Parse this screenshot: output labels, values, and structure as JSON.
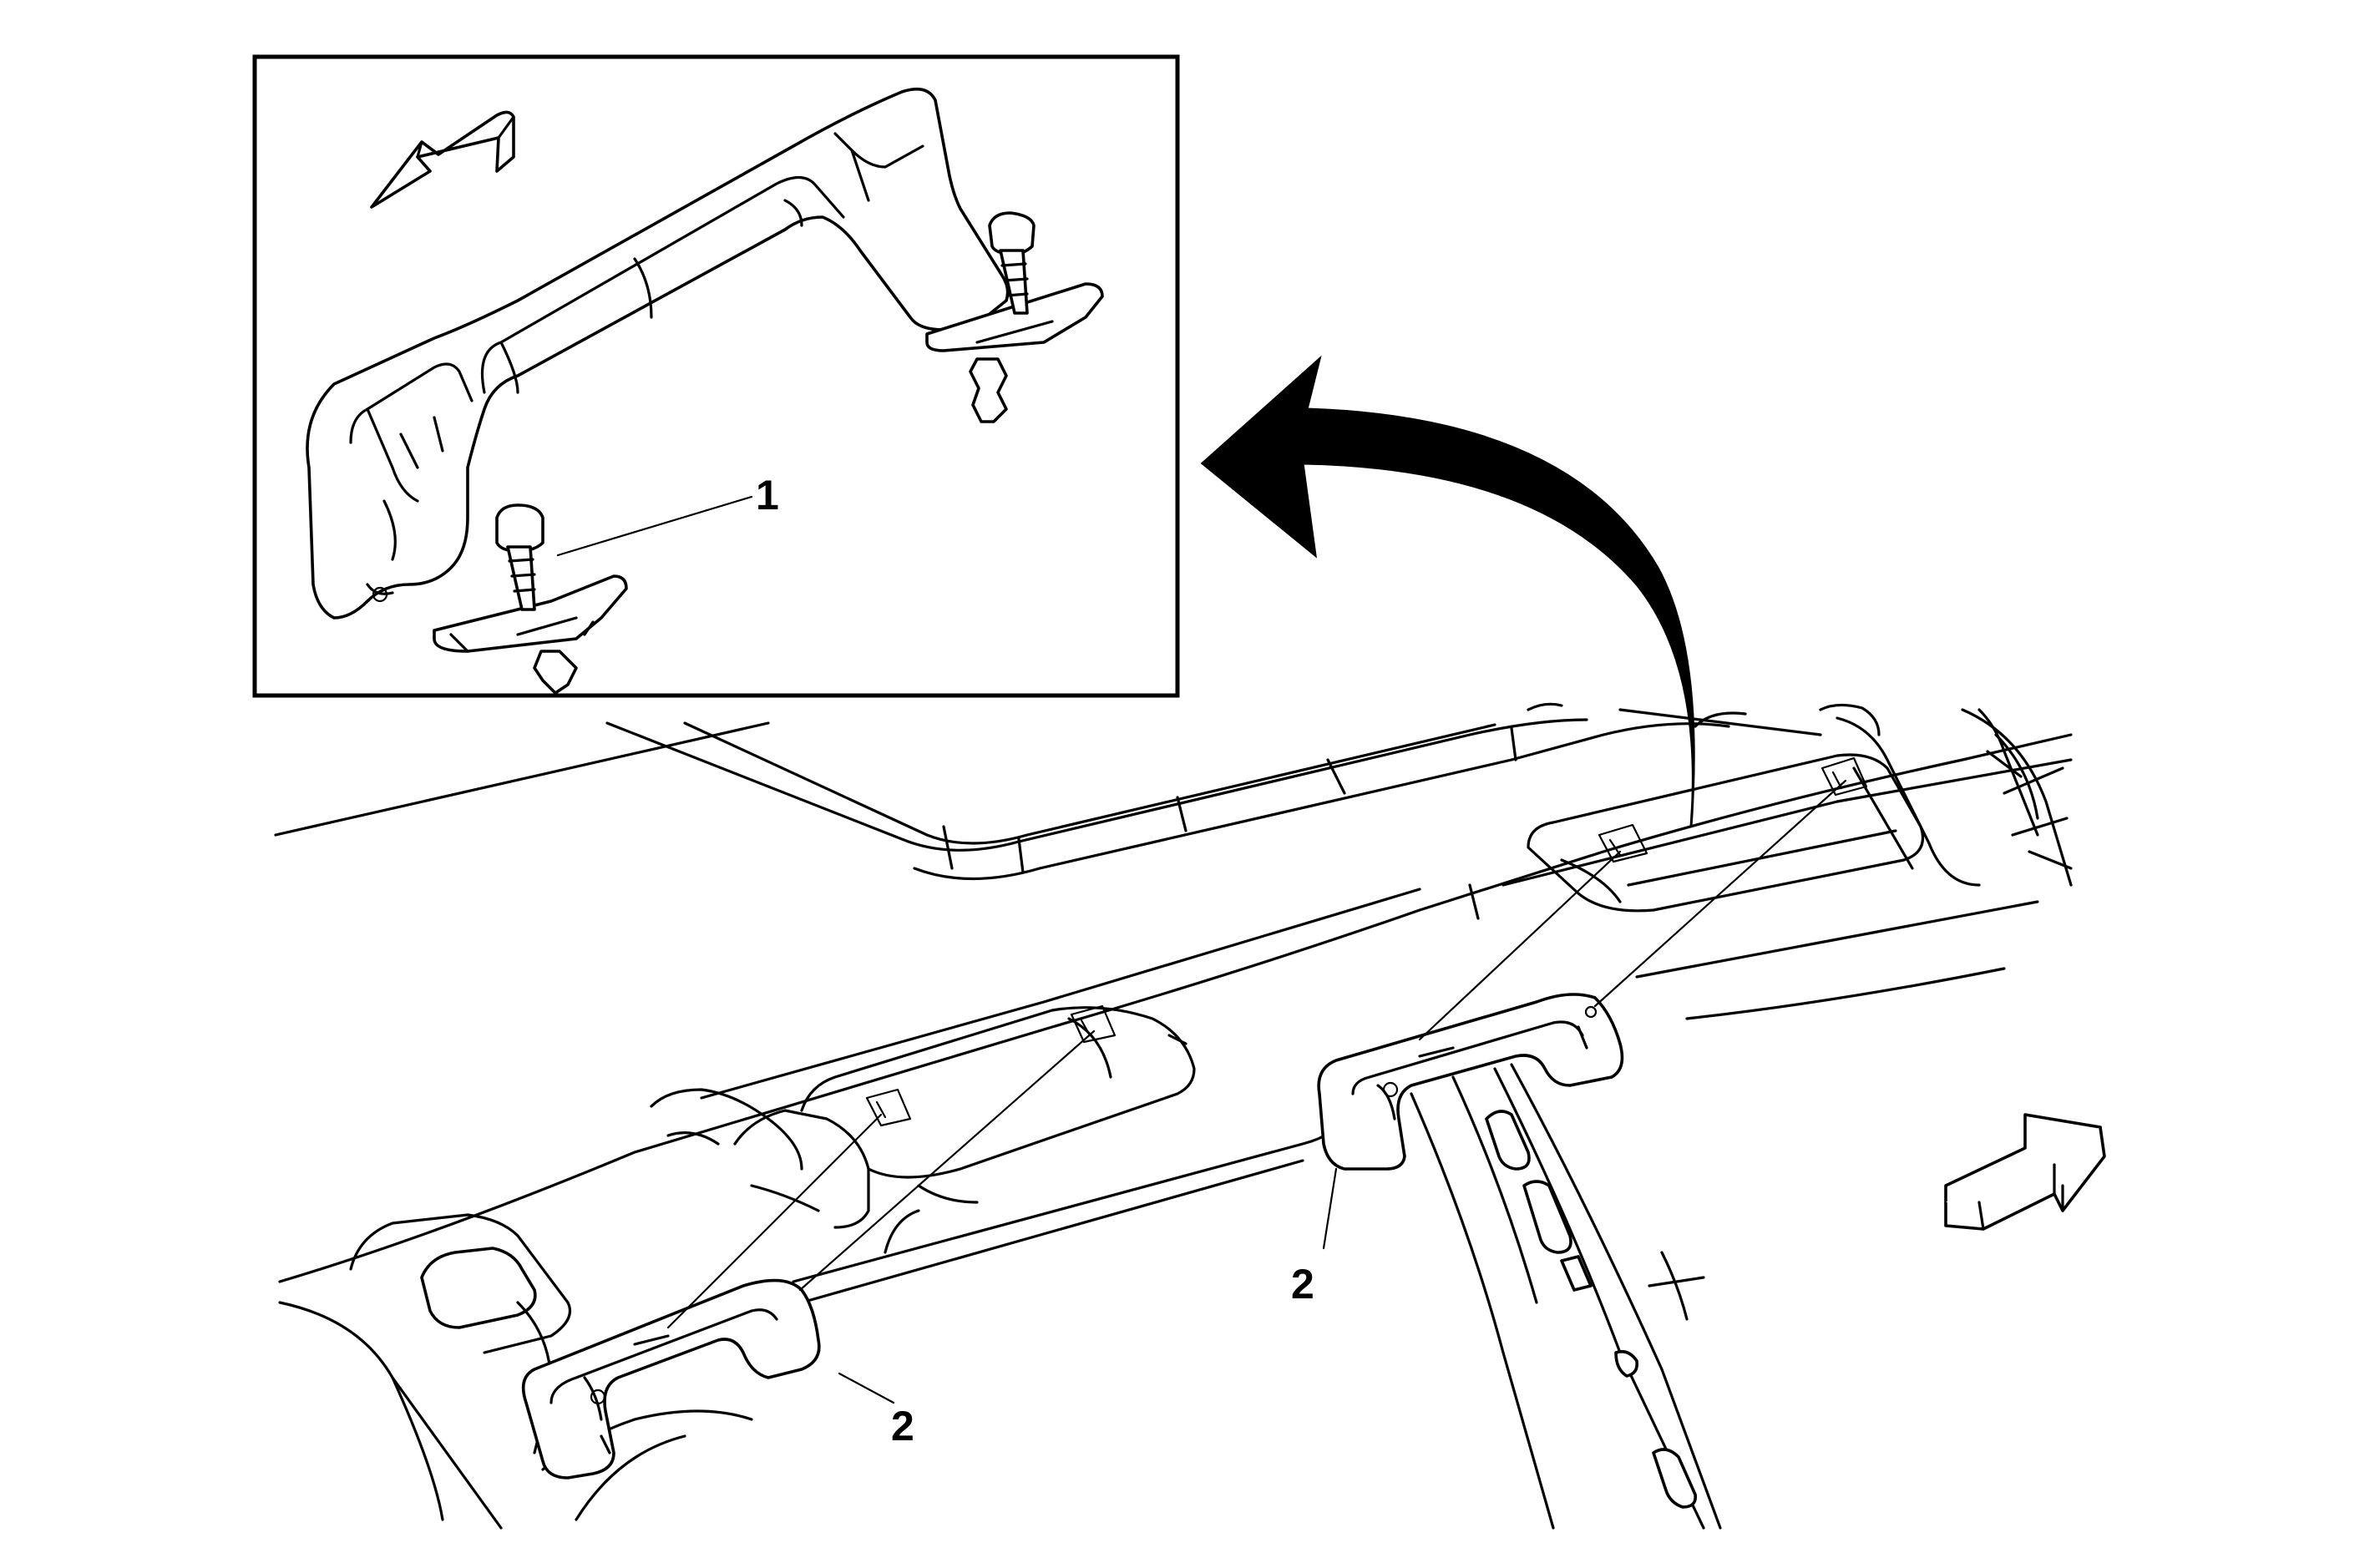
{
  "figure": {
    "inset": {
      "callouts": [
        {
          "label": "1"
        }
      ],
      "direction_arrow_icon": "arrow-forward-icon"
    },
    "main_view": {
      "callouts": [
        {
          "label": "2"
        },
        {
          "label": "2"
        }
      ],
      "direction_arrow_icon": "arrow-forward-icon",
      "transition_arrow_icon": "curved-arrow-icon"
    }
  },
  "colors": {
    "line": "#000000",
    "background": "#ffffff"
  }
}
